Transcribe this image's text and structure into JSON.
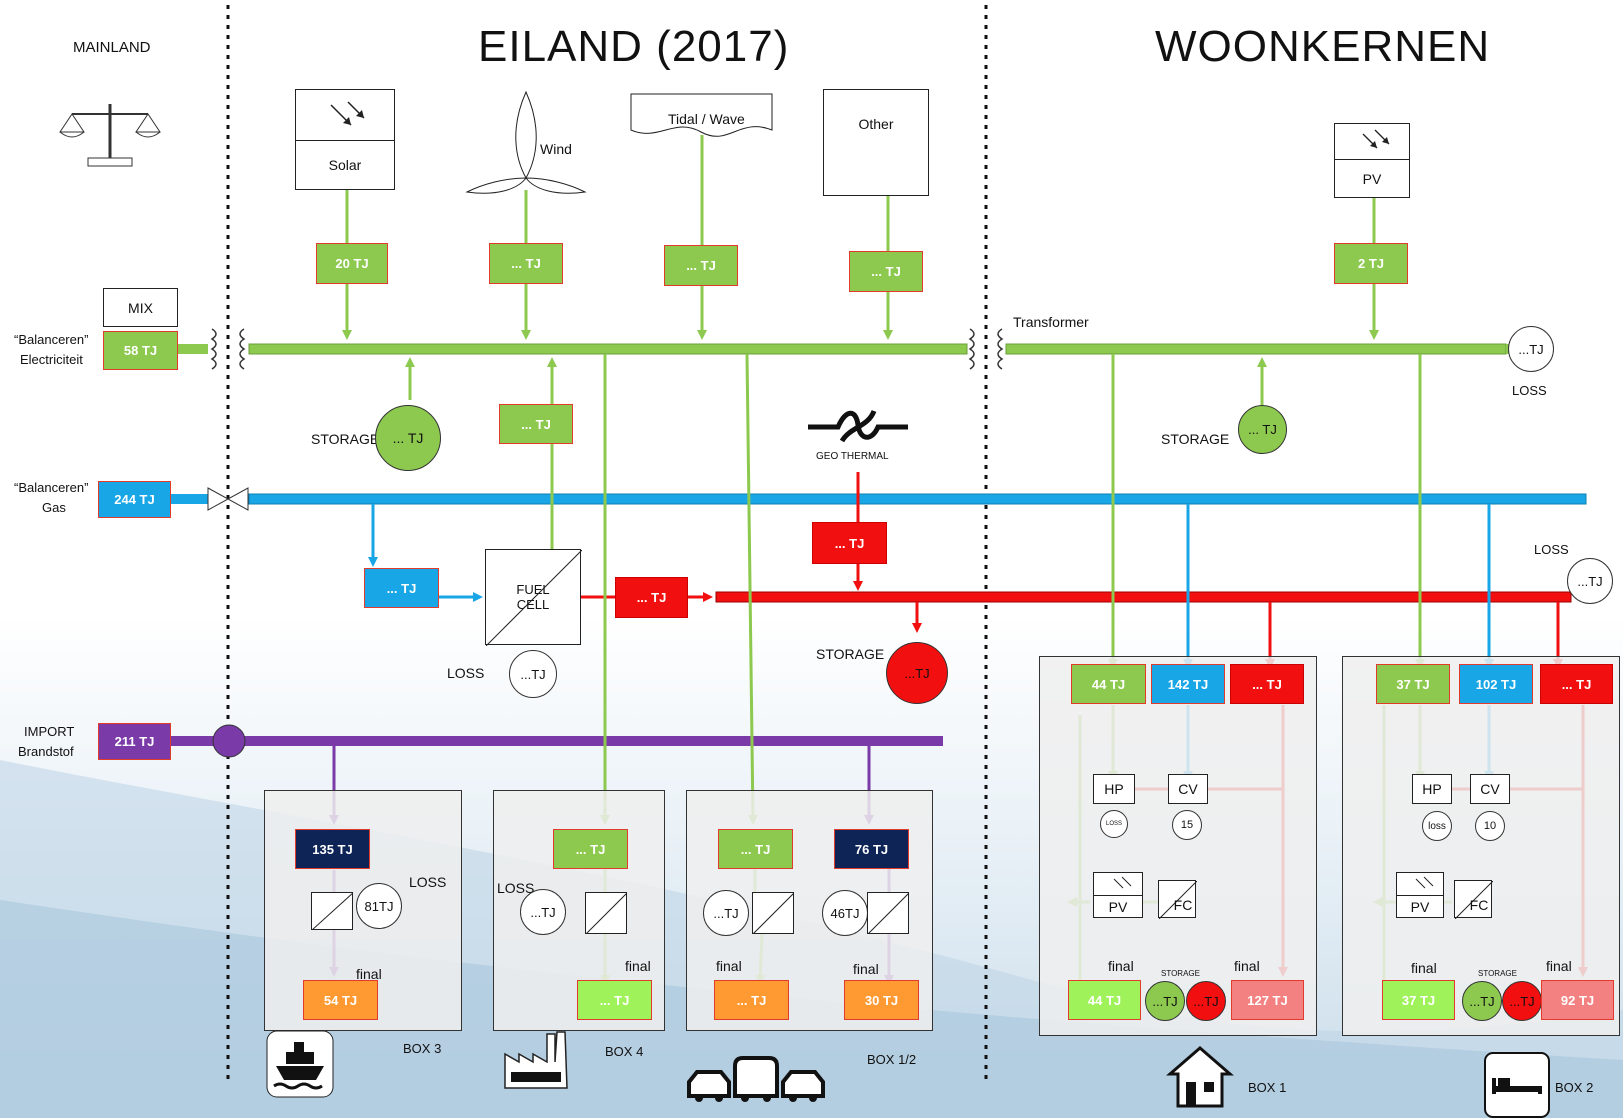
{
  "titles": {
    "mainland": "MAINLAND",
    "eiland": "EILAND (2017)",
    "woonkernen": "WOONKERNEN"
  },
  "left": {
    "mix": "MIX",
    "elec_label1": "“Balanceren”",
    "elec_label2": "Electriciteit",
    "elec_value": "58 TJ",
    "gas_label1": "“Balanceren”",
    "gas_label2": "Gas",
    "gas_value": "244 TJ",
    "import_label1": "IMPORT",
    "import_label2": "Brandstof",
    "import_value": "211 TJ"
  },
  "sources": {
    "solar": "Solar",
    "wind": "Wind",
    "tidal": "Tidal / Wave",
    "other": "Other",
    "pv": "PV"
  },
  "source_values": {
    "solar": "20 TJ",
    "wind": "... TJ",
    "tidal": "... TJ",
    "other": "... TJ",
    "pv": "2 TJ"
  },
  "eiland": {
    "storage_label": "STORAGE",
    "storage_value": "... TJ",
    "fuelcell_out": "... TJ",
    "fuelcell_label1": "FUEL",
    "fuelcell_label2": "CELL",
    "gas_to_fc": "... TJ",
    "fc_to_heat": "... TJ",
    "fc_loss_label": "LOSS",
    "fc_loss_value": "...TJ",
    "geothermal": "GEO THERMAL",
    "geo_value": "... TJ",
    "heat_storage_label": "STORAGE",
    "heat_storage_value": "...TJ"
  },
  "woon": {
    "transformer": "Transformer",
    "loss_top_value": "...TJ",
    "loss_top_label": "LOSS",
    "storage_label": "STORAGE",
    "storage_value": "... TJ",
    "loss_mid_label": "LOSS",
    "loss_mid_value": "...TJ"
  },
  "box3": {
    "in": "135 TJ",
    "loss_label": "LOSS",
    "loss": "81TJ",
    "final_label": "final",
    "out": "54 TJ",
    "name": "BOX 3"
  },
  "box4": {
    "in": "... TJ",
    "loss_label": "LOSS",
    "loss": "...TJ",
    "final_label": "final",
    "out": "... TJ",
    "name": "BOX 4"
  },
  "box12": {
    "in_g": "... TJ",
    "in_p": "76 TJ",
    "loss_g": "...TJ",
    "loss_p": "46TJ",
    "final_g": "final",
    "final_p": "final",
    "out_g": "... TJ",
    "out_p": "30 TJ",
    "name": "BOX 1/2"
  },
  "box1": {
    "in_g": "44 TJ",
    "in_b": "142 TJ",
    "in_r": "... TJ",
    "hp": "HP",
    "cv": "CV",
    "hp_loss": "LOSS",
    "cv_loss": "15",
    "pv": "PV",
    "fc": "FC",
    "final_g": "final",
    "final_r": "final",
    "storage": "STORAGE",
    "store_g": "...TJ",
    "store_r": "...TJ",
    "out_g": "44 TJ",
    "out_r": "127 TJ",
    "name": "BOX 1"
  },
  "box2": {
    "in_g": "37 TJ",
    "in_b": "102 TJ",
    "in_r": "... TJ",
    "hp": "HP",
    "cv": "CV",
    "hp_loss": "loss",
    "cv_loss": "10",
    "pv": "PV",
    "fc": "FC",
    "final_g": "final",
    "final_r": "final",
    "storage": "STORAGE",
    "store_g": "...TJ",
    "store_r": "...TJ",
    "out_g": "37 TJ",
    "out_r": "92 TJ",
    "name": "BOX 2"
  },
  "colors": {
    "electricity": "#8cc94e",
    "gas": "#19a6e6",
    "heat": "#f20f0f",
    "fuel": "#7a3aa8"
  }
}
